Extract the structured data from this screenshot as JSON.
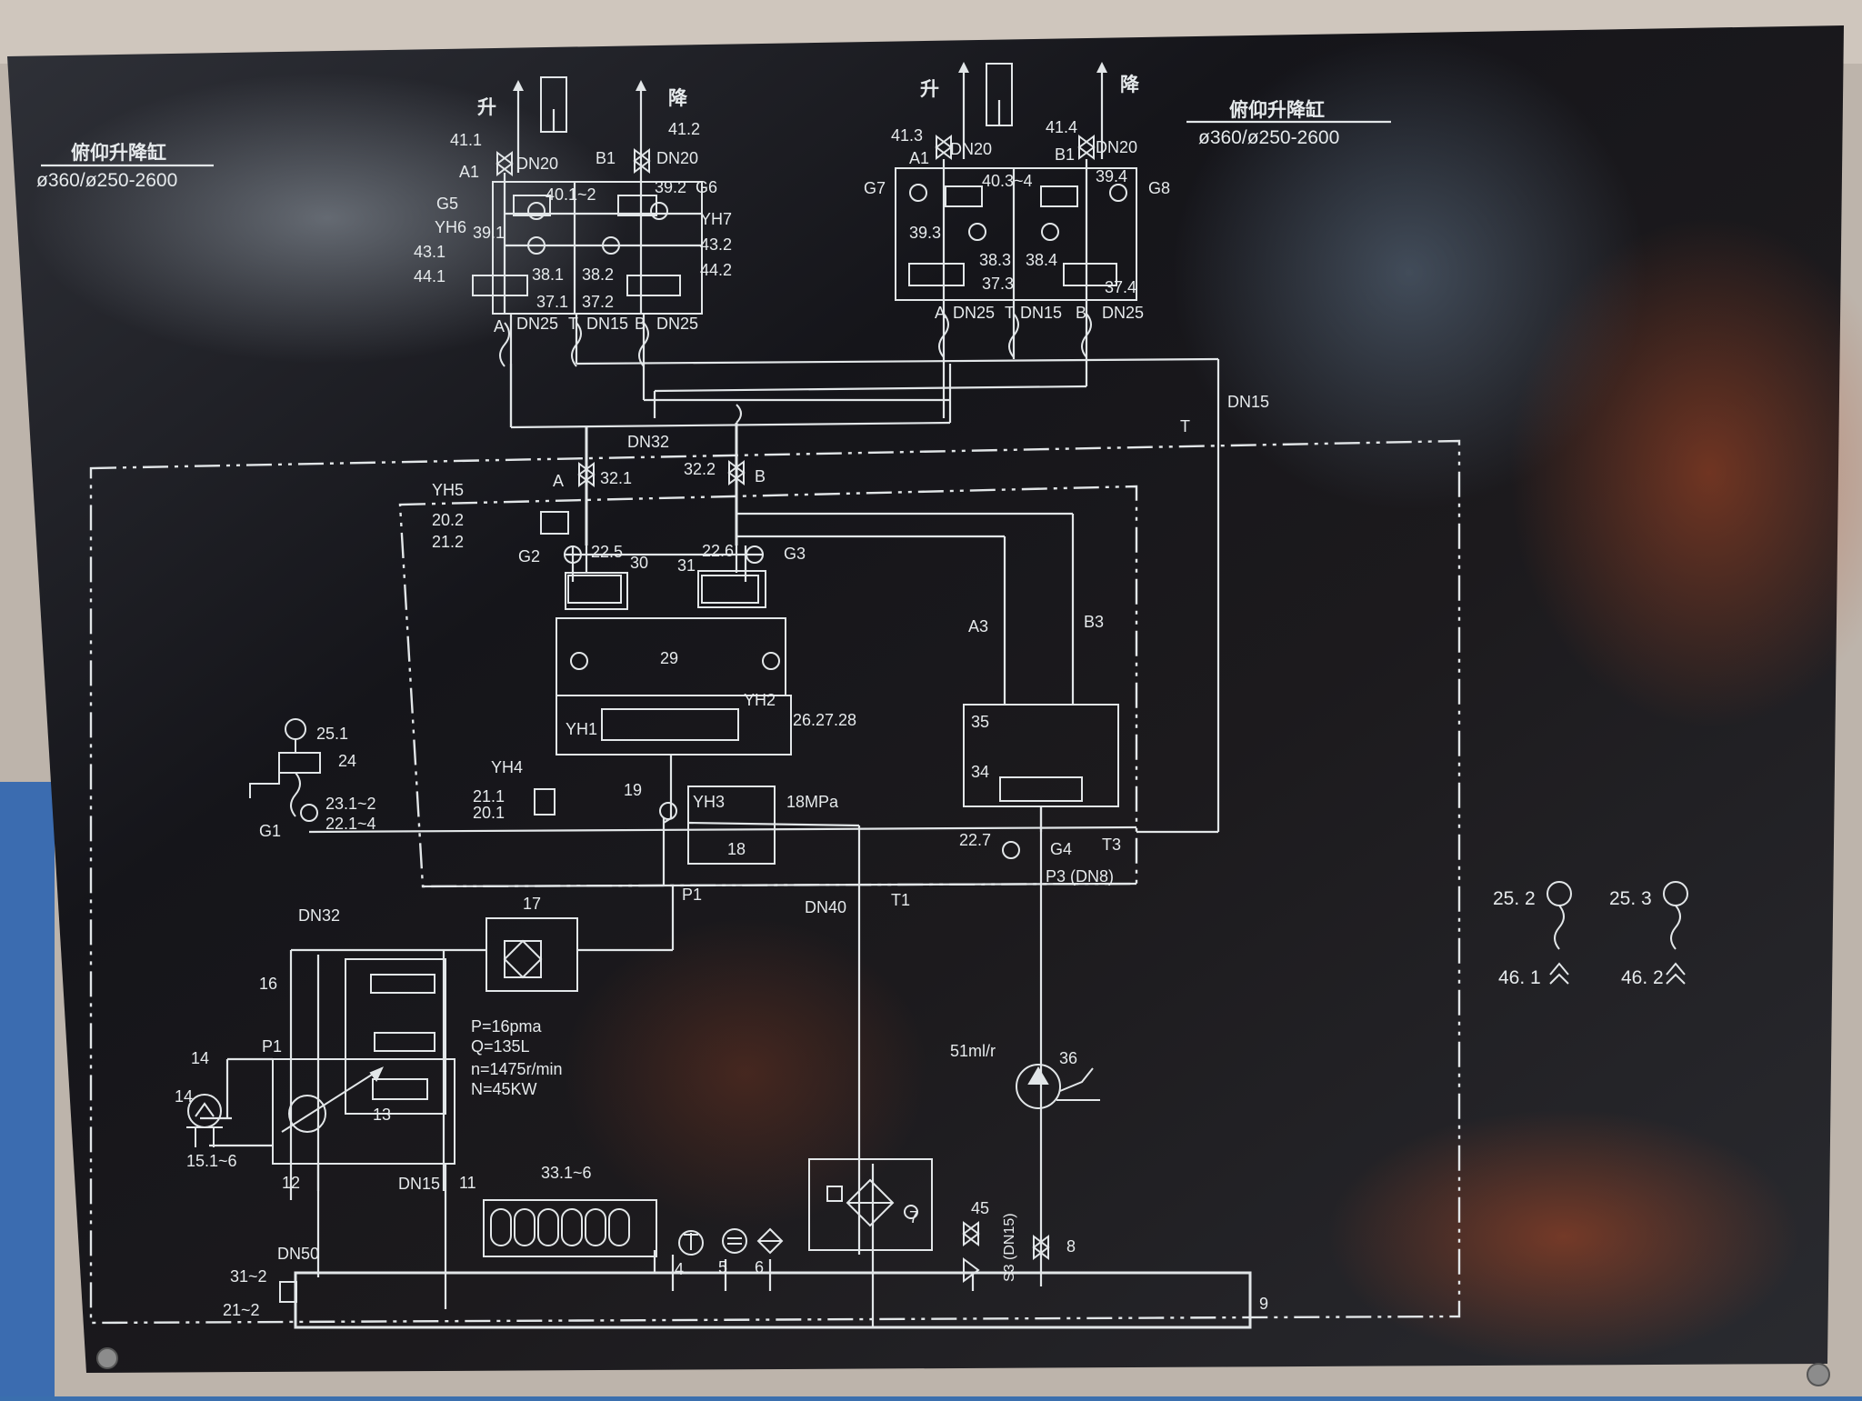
{
  "labels": {
    "cylinder_left_title": "俯仰升降缸",
    "cylinder_left_spec": "ø360/ø250-2600",
    "cylinder_right_title": "俯仰升降缸",
    "cylinder_right_spec": "ø360/ø250-2600",
    "raise": "升",
    "lower": "降",
    "l41_1": "41.1",
    "l41_2": "41.2",
    "l41_3": "41.3",
    "l41_4": "41.4",
    "A1": "A1",
    "B1": "B1",
    "A": "A",
    "B": "B",
    "T": "T",
    "DN20": "DN20",
    "DN25": "DN25",
    "DN15": "DN15",
    "DN32": "DN32",
    "DN40": "DN40",
    "DN50": "DN50",
    "G1": "G1",
    "G2": "G2",
    "G3": "G3",
    "G4": "G4",
    "G5": "G5",
    "G6": "G6",
    "G7": "G7",
    "G8": "G8",
    "YH1": "YH1",
    "YH2": "YH2",
    "YH3": "YH3",
    "YH4": "YH4",
    "YH5": "YH5",
    "YH6": "YH6",
    "YH7": "YH7",
    "l43_1": "43.1",
    "l44_1": "44.1",
    "l43_2": "43.2",
    "l44_2": "44.2",
    "l39_1": "39.1",
    "l39_2": "39.2",
    "l39_3": "39.3",
    "l39_4": "39.4",
    "l40_1": "40.1~2",
    "l40_3": "40.3~4",
    "l38_1": "38.1",
    "l38_2": "38.2",
    "l38_3": "38.3",
    "l38_4": "38.4",
    "l37_1": "37.1",
    "l37_2": "37.2",
    "l37_3": "37.3",
    "l37_4": "37.4",
    "l32_1": "32.1",
    "l32_2": "32.2",
    "l20_2": "20.2",
    "l21_2": "21.2",
    "l22_5": "22.5",
    "l22_6": "22.6",
    "l30": "30",
    "l31": "31",
    "l29": "29",
    "l26_28": "26.27.28",
    "A3": "A3",
    "B3": "B3",
    "l35": "35",
    "l34": "34",
    "l25_1": "25.1",
    "l24": "24",
    "l23_1": "23.1~2",
    "l22_1": "22.1~4",
    "l21_1": "21.1",
    "l20_1": "20.1",
    "l19": "19",
    "p18MPa": "18MPa",
    "l18": "18",
    "l22_7": "22.7",
    "T3": "T3",
    "P3_DN8": "P3 (DN8)",
    "P1": "P1",
    "T1": "T1",
    "l17": "17",
    "l16": "16",
    "l14": "14",
    "l15_1": "15.1~6",
    "l13": "13",
    "l12": "12",
    "l11": "11",
    "l31_2": "31~2",
    "l21_2b": "21~2",
    "l51ml": "51ml/r",
    "l36": "36",
    "l33_1": "33.1~6",
    "l7": "7",
    "l45": "45",
    "l4": "4",
    "l5": "5",
    "l6": "6",
    "l8": "8",
    "S3_DN15": "S3 (DN15)",
    "l9": "9",
    "l25_2": "25. 2",
    "l25_3": "25. 3",
    "l46_1": "46. 1",
    "l46_2": "46. 2"
  },
  "pump_spec": {
    "pressure": "P=16pma",
    "flow": "Q=135L",
    "speed": "n=1475r/min",
    "power": "N=45KW"
  },
  "colors": {
    "plate": "#17171b",
    "lines": "#e2e6e8",
    "frame": "#bdb4ab",
    "machine_blue": "#3b6cb0"
  }
}
